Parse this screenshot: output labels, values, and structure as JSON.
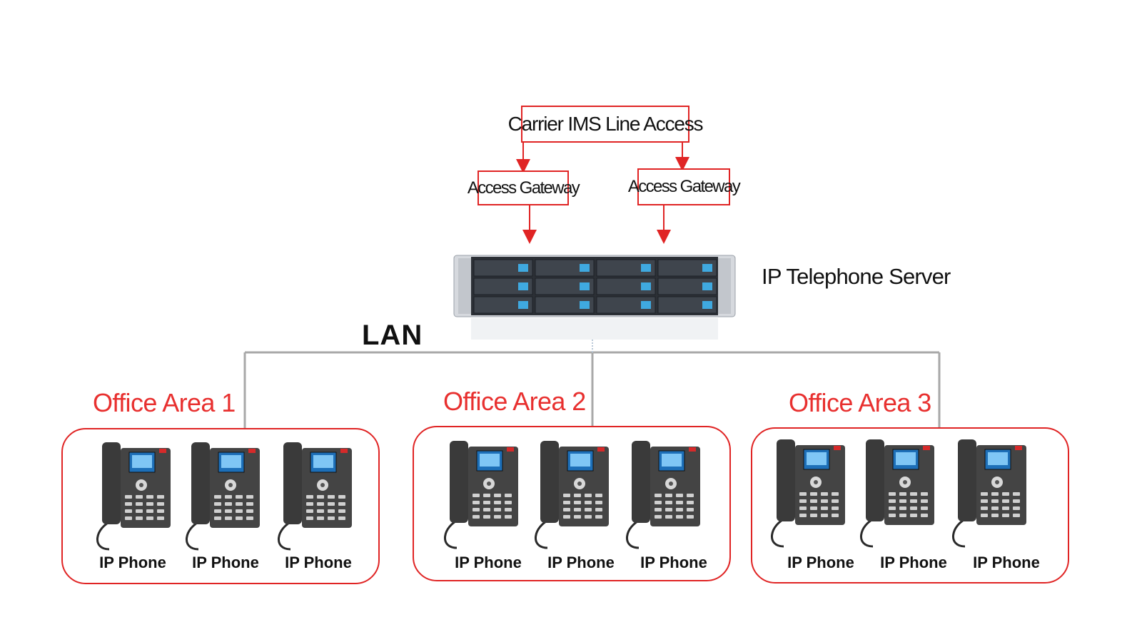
{
  "carrier_label": "Carrier IMS Line Access",
  "gateways": [
    "Access Gateway",
    "Access Gateway"
  ],
  "server_label": "IP Telephone Server",
  "lan_label": "LAN",
  "areas": [
    {
      "title": "Office Area 1",
      "phones": [
        "IP Phone",
        "IP Phone",
        "IP Phone"
      ]
    },
    {
      "title": "Office Area 2",
      "phones": [
        "IP Phone",
        "IP Phone",
        "IP Phone"
      ]
    },
    {
      "title": "Office Area 3",
      "phones": [
        "IP Phone",
        "IP Phone",
        "IP Phone"
      ]
    }
  ],
  "colors": {
    "accent": "#e02424",
    "area_title": "#e8302f",
    "lan_line": "#a8a8a8"
  }
}
